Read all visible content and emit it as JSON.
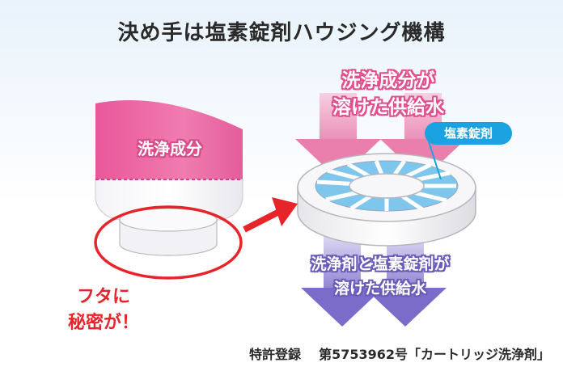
{
  "title": "決め手は塩素錠剤ハウジング機構",
  "inflow_label": {
    "line1": "洗浄成分が",
    "line2": "溶けた供給水"
  },
  "outflow_label": {
    "line1": "洗浄剤と塩素錠剤が",
    "line2": "溶けた供給水"
  },
  "cartridge_label": "洗浄成分",
  "tablet_badge": "塩素錠剤",
  "lid_callout": {
    "line1": "フタに",
    "line2": "秘密が！"
  },
  "patent": {
    "prefix": "特許登録",
    "number": "第5753962号「カートリッジ洗浄剤」"
  },
  "colors": {
    "pink": "#e0508f",
    "cyan": "#1aa3e0",
    "red": "#e8242b",
    "purple": "#7a6cc8"
  }
}
